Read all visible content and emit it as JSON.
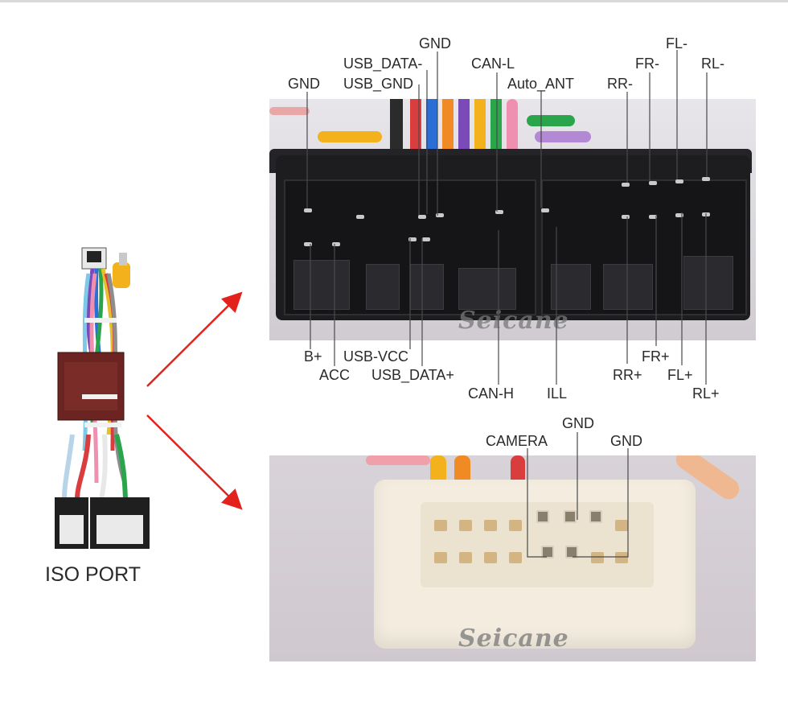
{
  "harness": {
    "label": "ISO PORT"
  },
  "black_connector": {
    "watermark": "Seicane",
    "top_labels": [
      "GND",
      "USB_DATA-",
      "USB_GND",
      "GND",
      "CAN-L",
      "Auto_ANT",
      "RR-",
      "FR-",
      "FL-",
      "RL-"
    ],
    "bottom_labels": [
      "B+",
      "ACC",
      "USB-VCC",
      "USB_DATA+",
      "CAN-H",
      "ILL",
      "RR+",
      "FR+",
      "FL+",
      "RL+"
    ]
  },
  "white_connector": {
    "watermark": "Seicane",
    "labels": [
      "CAMERA",
      "GND",
      "GND"
    ]
  },
  "colors": {
    "arrow": "#e3231b",
    "leader": "#4a4a4a"
  }
}
